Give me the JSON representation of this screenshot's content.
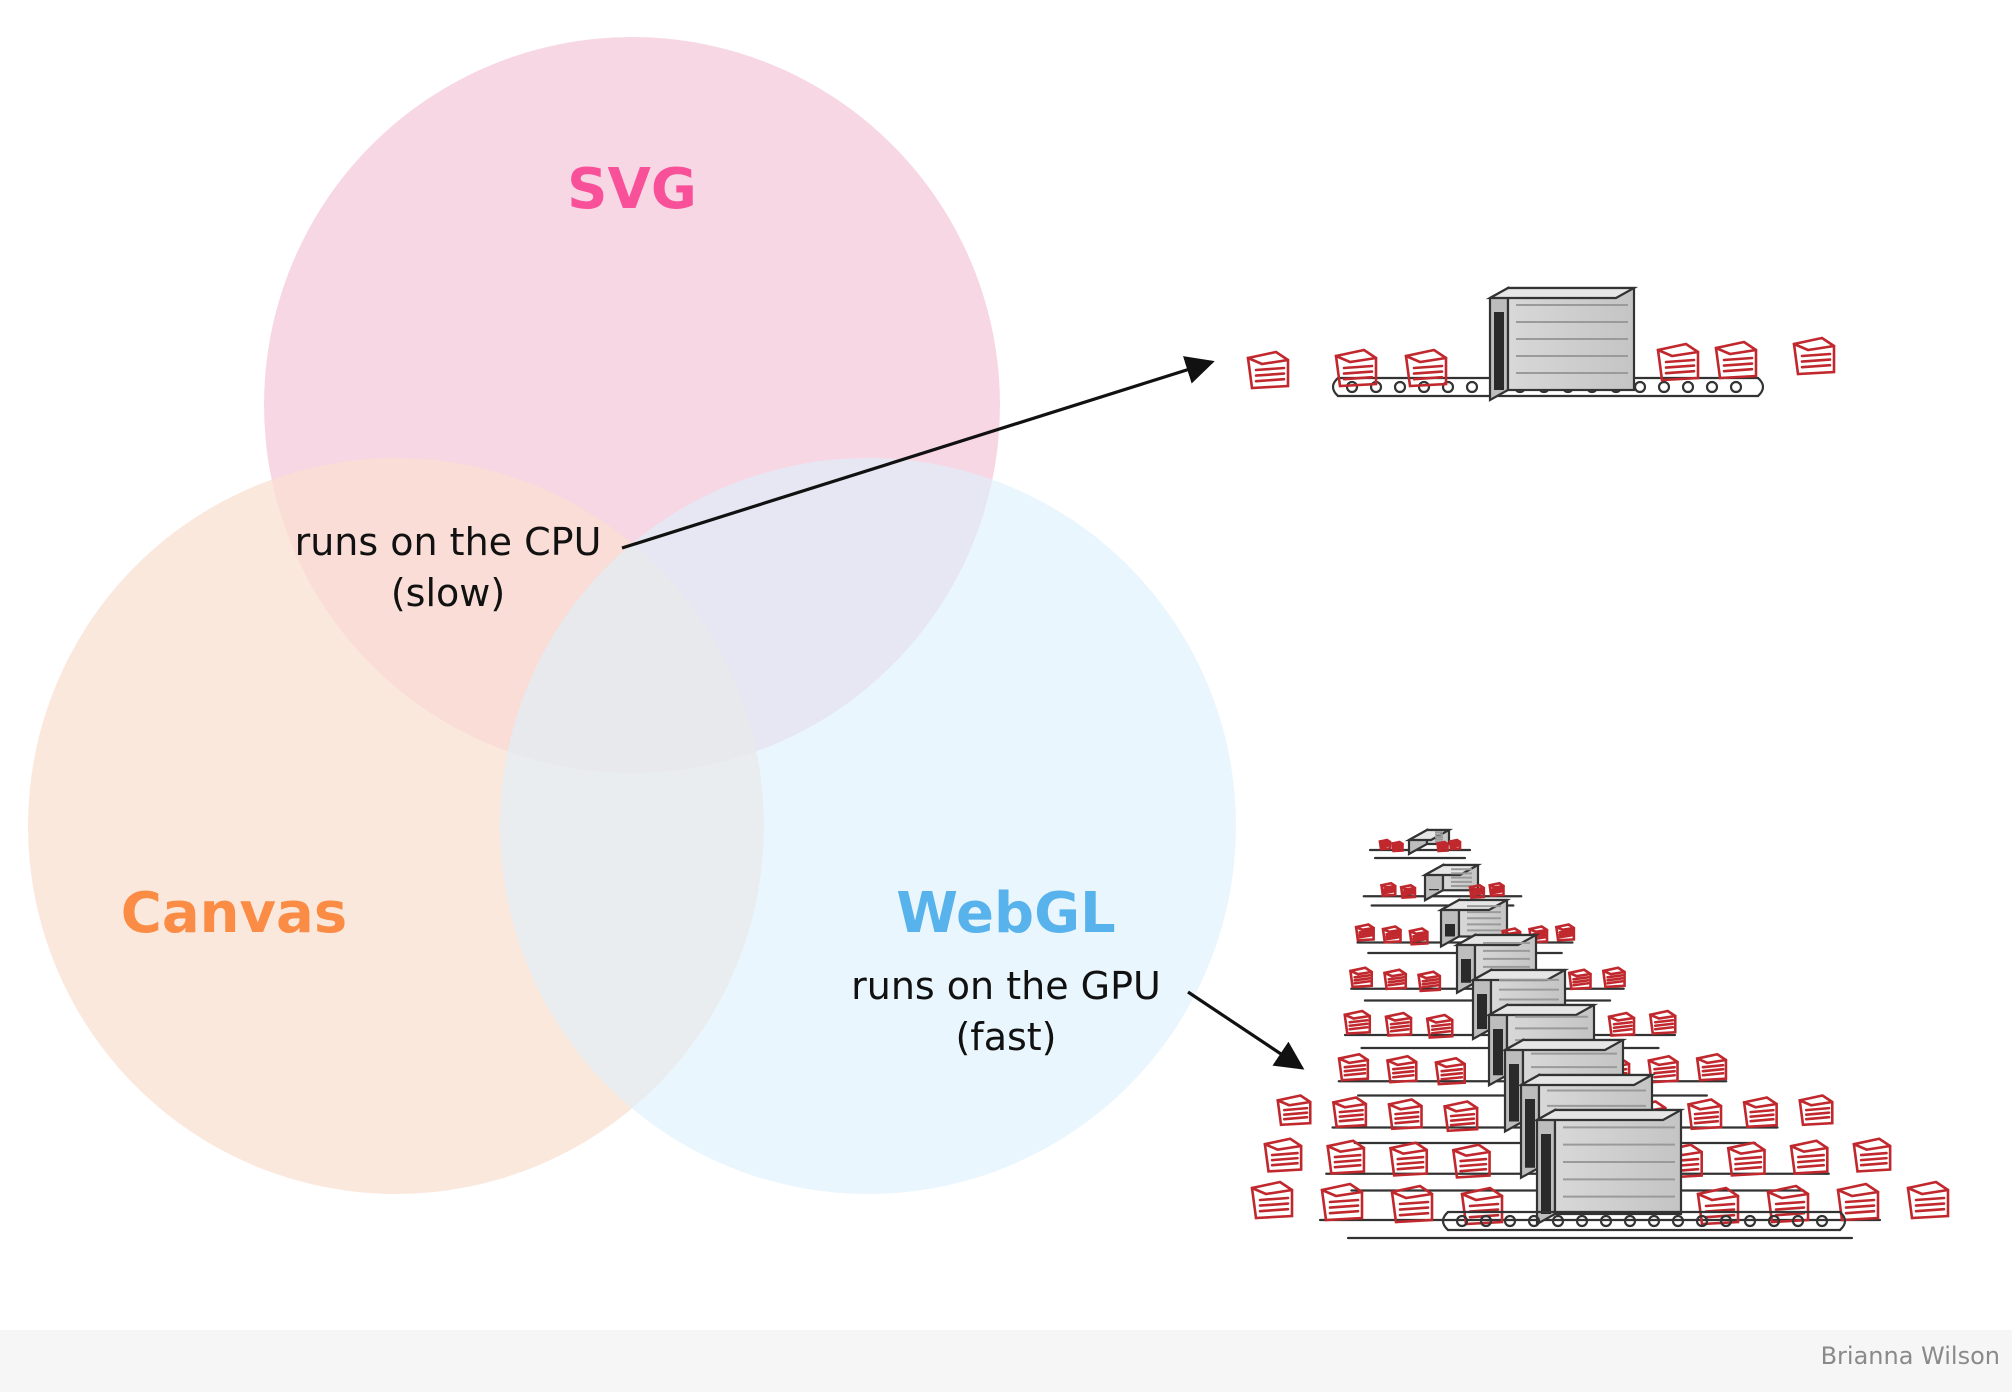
{
  "circles": {
    "svg": {
      "label": "SVG",
      "fill": "#f7d3e1",
      "label_color": "#f9509a"
    },
    "canvas": {
      "label": "Canvas",
      "fill": "#f9dfd0",
      "label_color": "#fb8c45"
    },
    "webgl": {
      "label": "WebGL",
      "fill": "#ddf0fc",
      "label_color": "#58b3ec"
    }
  },
  "notes": {
    "cpu": {
      "line1": "runs on the CPU",
      "line2": "(slow)"
    },
    "gpu": {
      "line1": "runs on the GPU",
      "line2": "(fast)"
    }
  },
  "illustrations": {
    "single": {
      "icon": "single-conveyor-illustration-icon"
    },
    "parallel": {
      "icon": "parallel-conveyors-illustration-icon"
    }
  },
  "credit": "Brianna Wilson"
}
